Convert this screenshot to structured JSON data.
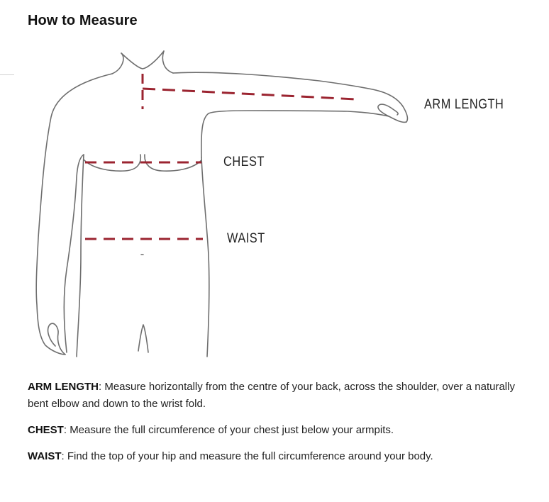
{
  "page": {
    "title": "How to Measure"
  },
  "diagram": {
    "labels": {
      "arm_length": "ARM LENGTH",
      "chest": "CHEST",
      "waist": "WAIST"
    },
    "colors": {
      "outline": "#6e6e6e",
      "measure_line": "#9b2430"
    }
  },
  "descriptions": [
    {
      "term": "ARM LENGTH",
      "separator": ": ",
      "text": "Measure horizontally from the centre of your back, across the shoulder, over a naturally bent elbow and down to the wrist fold."
    },
    {
      "term": "CHEST",
      "separator": ": ",
      "text": "Measure the full circumference of your chest just below your armpits."
    },
    {
      "term": "WAIST",
      "separator": ": ",
      "text": "Find the top of your hip and measure the full circumference around your body."
    }
  ]
}
